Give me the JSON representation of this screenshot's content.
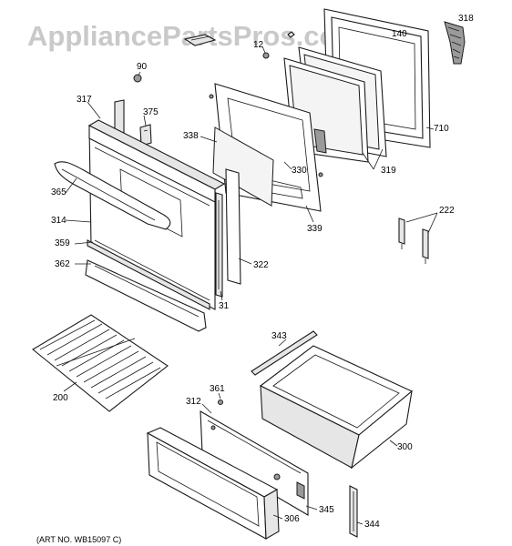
{
  "watermark": "AppliancePartsPros.com",
  "art_number": "(ART NO. WB15097 C)",
  "labels": {
    "p12": "12",
    "p90": "90",
    "p140": "140",
    "p318": "318",
    "p317": "317",
    "p375": "375",
    "p338": "338",
    "p330": "330",
    "p319": "319",
    "p710": "710",
    "p365": "365",
    "p314": "314",
    "p339": "339",
    "p222": "222",
    "p359": "359",
    "p322": "322",
    "p362": "362",
    "p31": "31",
    "p343": "343",
    "p200": "200",
    "p361": "361",
    "p312": "312",
    "p300": "300",
    "p345": "345",
    "p306": "306",
    "p344": "344"
  }
}
